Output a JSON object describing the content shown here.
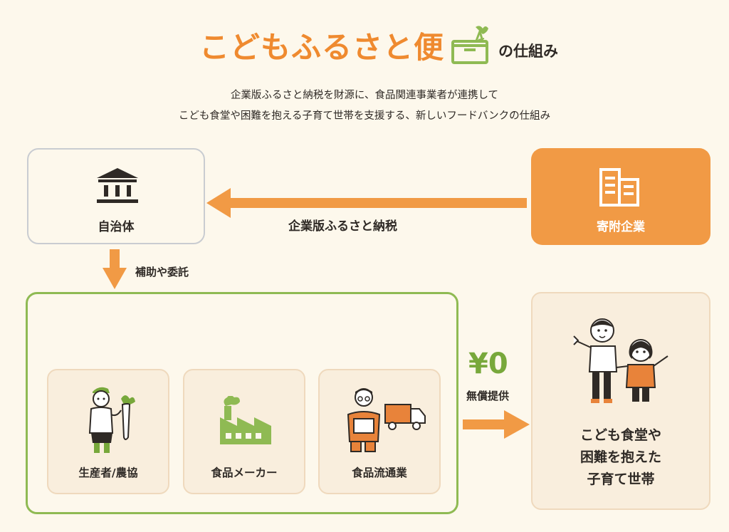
{
  "title": {
    "main": "こどもふるさと便",
    "suffix": "の仕組み"
  },
  "subtitle": {
    "line1": "企業版ふるさと納税を財源に、食品関連事業者が連携して",
    "line2": "こども食堂や困難を抱える子育て世帯を支援する、新しいフードバンクの仕組み"
  },
  "nodes": {
    "government": "自治体",
    "company": "寄附企業",
    "producer": "生産者/農協",
    "manufacturer": "食品メーカー",
    "distributor": "食品流通業",
    "recipient": [
      "こども食堂や",
      "困難を抱えた",
      "子育て世帯"
    ]
  },
  "flows": {
    "tax": "企業版ふるさと納税",
    "subsidy": "補助や委託",
    "price": "¥0",
    "free": "無償提供"
  },
  "colors": {
    "orange": "#f19a45",
    "title_orange": "#ef8a2f",
    "green": "#8fba53",
    "yen_green": "#78a83b",
    "background": "#fdf8ec",
    "card": "#f9eedd"
  },
  "icons": [
    "basket-vegetable-icon",
    "government-building-icon",
    "office-building-icon",
    "farmer-icon",
    "factory-icon",
    "delivery-worker-icon",
    "children-icon"
  ]
}
